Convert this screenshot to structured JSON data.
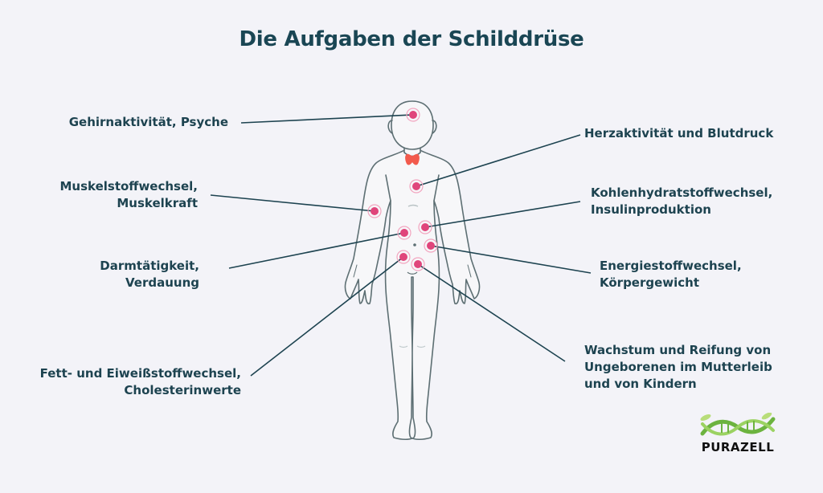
{
  "title": "Die Aufgaben der Schilddrüse",
  "colors": {
    "background": "#f3f3f8",
    "text": "#1d4350",
    "line": "#1d4350",
    "body_outline": "#5d6f73",
    "body_fill": "#f7f7f9",
    "marker": "#e0457b",
    "thyroid": "#f25a4c",
    "logo_green": "#6cb33f"
  },
  "labels_left": [
    {
      "id": "brain",
      "lines": [
        "Gehirnaktivität, Psyche"
      ]
    },
    {
      "id": "muscle",
      "lines": [
        "Muskelstoffwechsel,",
        "Muskelkraft"
      ]
    },
    {
      "id": "gut",
      "lines": [
        "Darmtätigkeit,",
        "Verdauung"
      ]
    },
    {
      "id": "fat",
      "lines": [
        "Fett- und Eiweißstoffwechsel,",
        "Cholesterinwerte"
      ]
    }
  ],
  "labels_right": [
    {
      "id": "heart",
      "lines": [
        "Herzaktivität und Blutdruck"
      ]
    },
    {
      "id": "carb",
      "lines": [
        "Kohlenhydratstoffwechsel,",
        "Insulinproduktion"
      ]
    },
    {
      "id": "energy",
      "lines": [
        "Energiestoffwechsel,",
        "Körpergewicht"
      ]
    },
    {
      "id": "growth",
      "lines": [
        "Wachstum und Reifung von",
        "Ungeborenen im Mutterleib",
        "und von Kindern"
      ]
    }
  ],
  "logo": {
    "text": "PURAZELL",
    "icon": "dna-leaf-icon"
  }
}
